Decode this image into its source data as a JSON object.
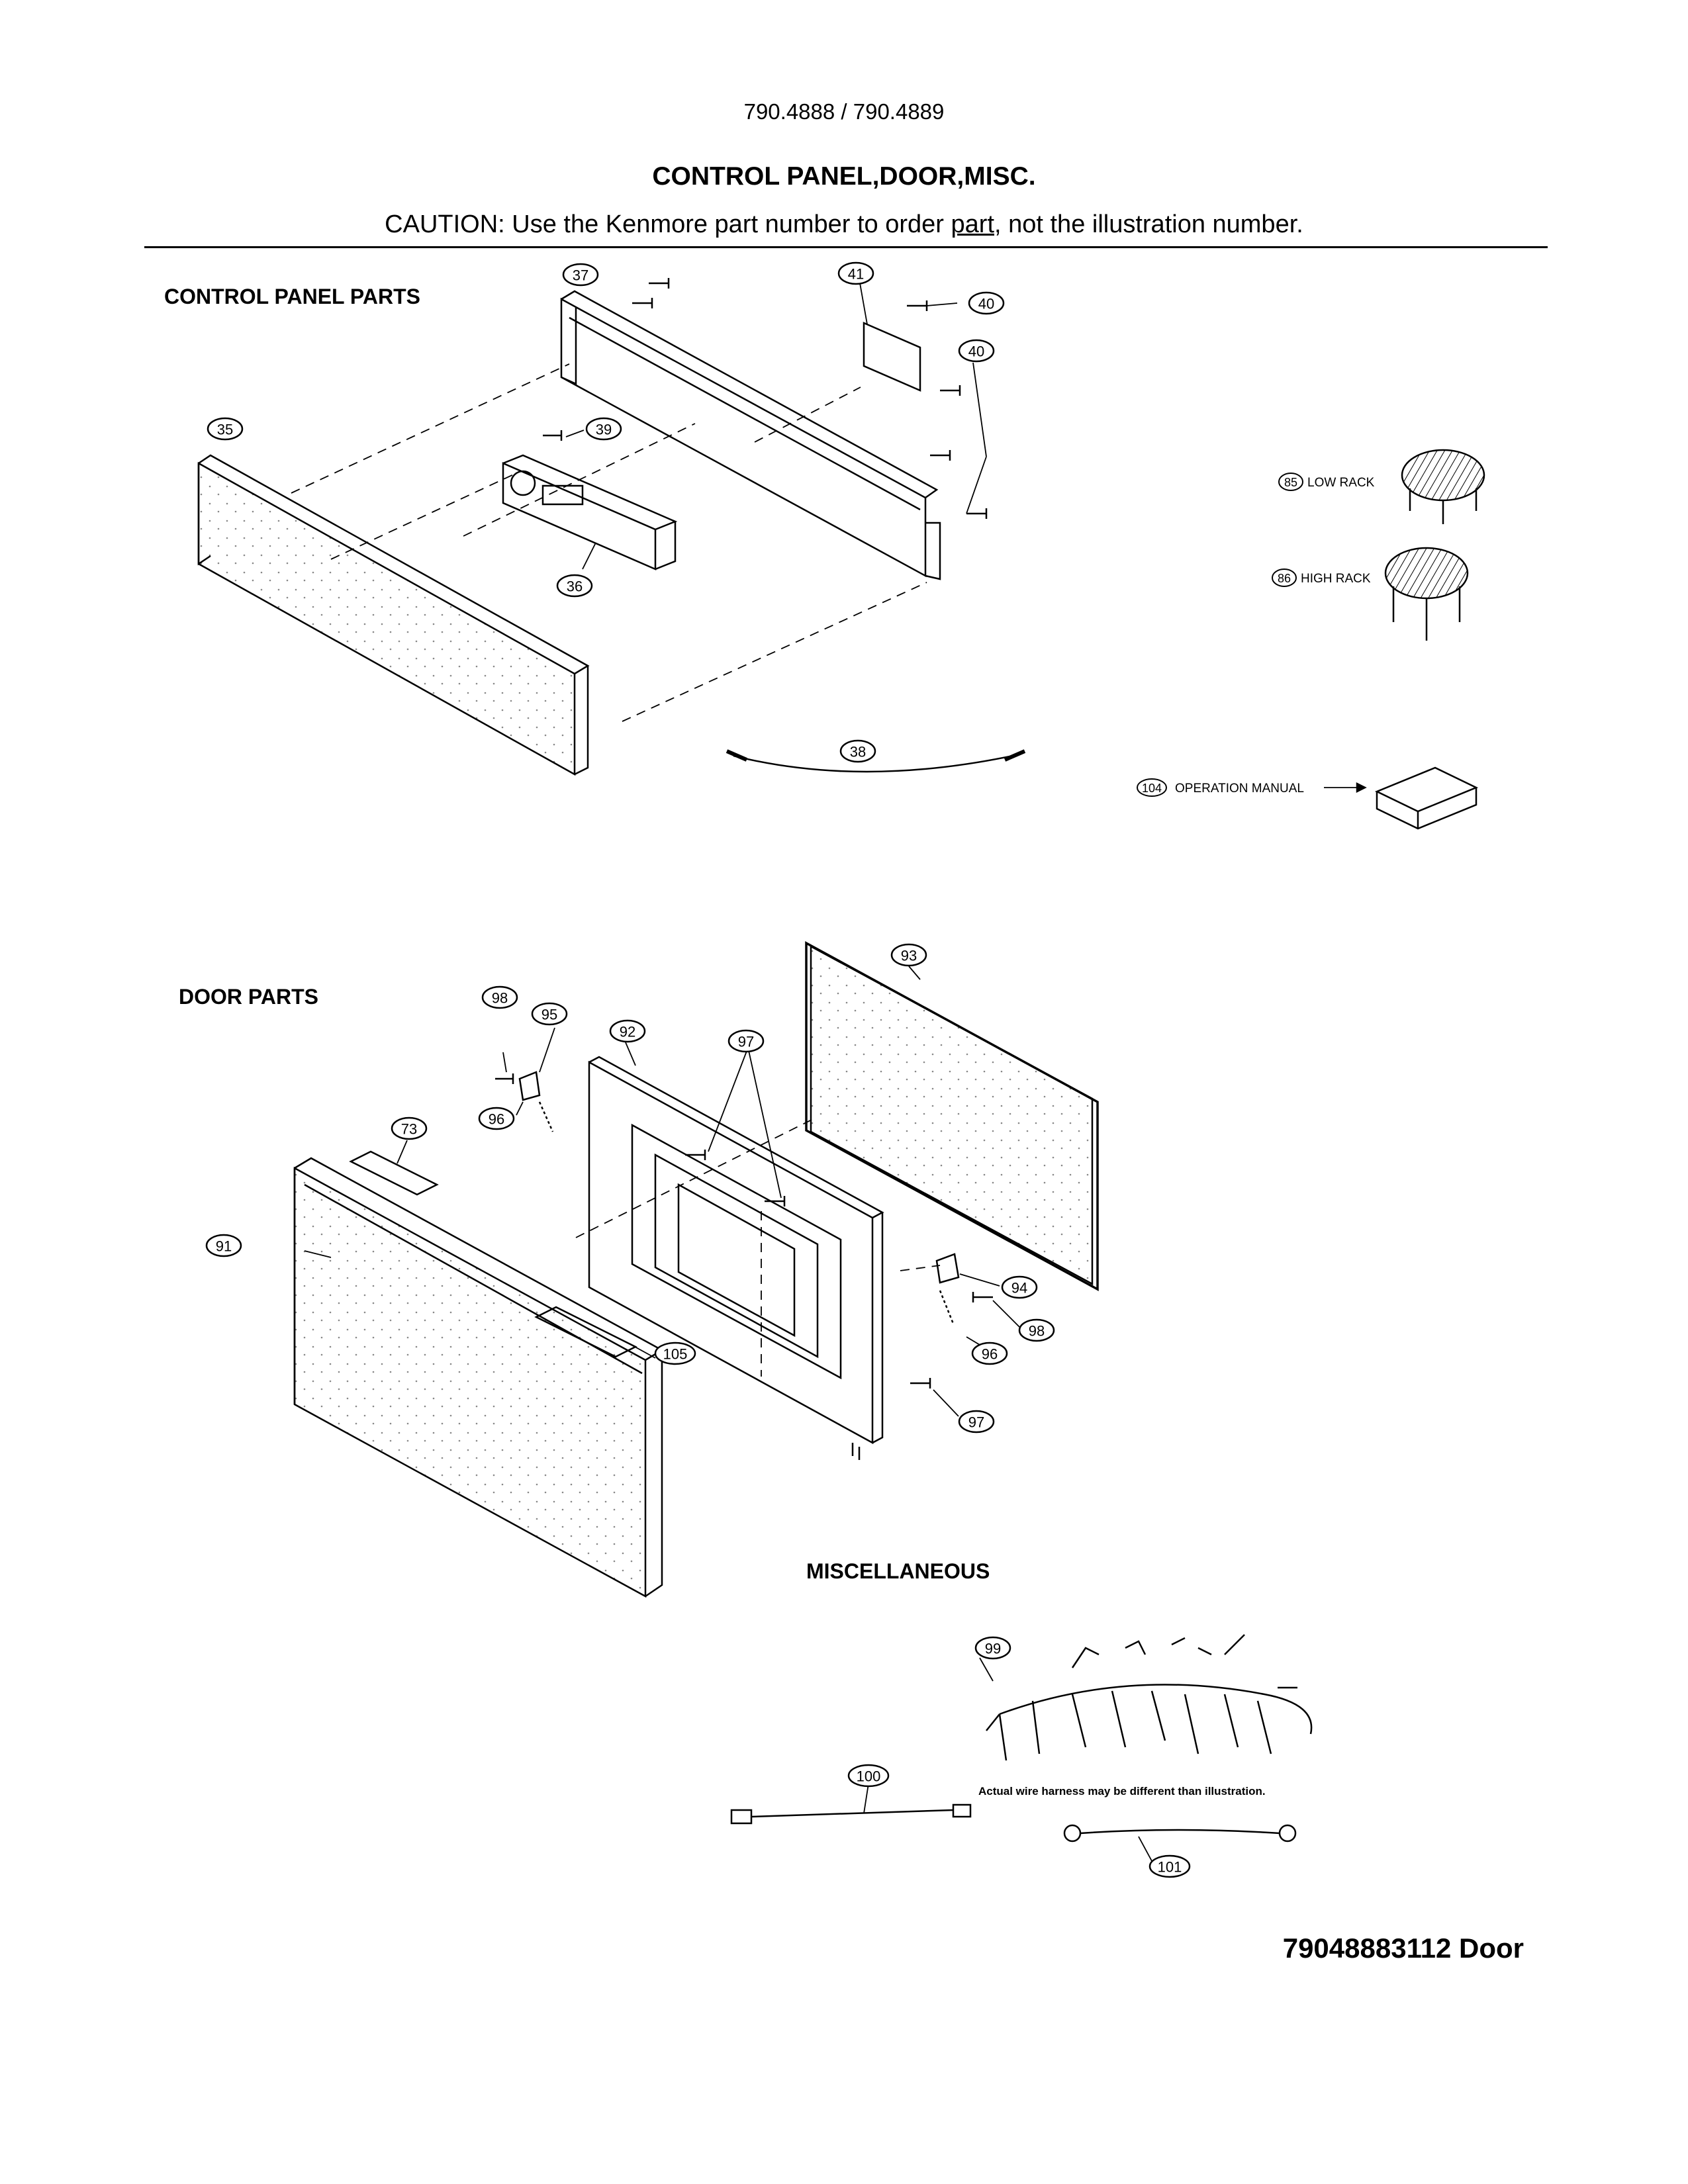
{
  "header": {
    "model": "790.4888 / 790.4889",
    "title": "CONTROL PANEL,DOOR,MISC.",
    "caution_prefix": "CAUTION: Use the Kenmore part number to order ",
    "caution_link": "part",
    "caution_suffix": ", not the illustration number."
  },
  "sections": {
    "control_panel": "CONTROL PANEL PARTS",
    "door": "DOOR PARTS",
    "misc": "MISCELLANEOUS"
  },
  "callouts": {
    "c35": "35",
    "c36": "36",
    "c37": "37",
    "c38": "38",
    "c39": "39",
    "c40a": "40",
    "c40b": "40",
    "c41": "41",
    "c85": "85",
    "c86": "86",
    "c104": "104",
    "c73": "73",
    "c91": "91",
    "c92": "92",
    "c93": "93",
    "c94": "94",
    "c95": "95",
    "c96a": "96",
    "c96b": "96",
    "c97a": "97",
    "c97b": "97",
    "c98a": "98",
    "c98b": "98",
    "c99": "99",
    "c100": "100",
    "c101": "101",
    "c105": "105"
  },
  "labels": {
    "low_rack": "LOW RACK",
    "high_rack": "HIGH RACK",
    "operation_manual": "OPERATION MANUAL",
    "harness_note": "Actual wire harness may be different than illustration."
  },
  "footer": {
    "code": "79048883112 Door"
  }
}
